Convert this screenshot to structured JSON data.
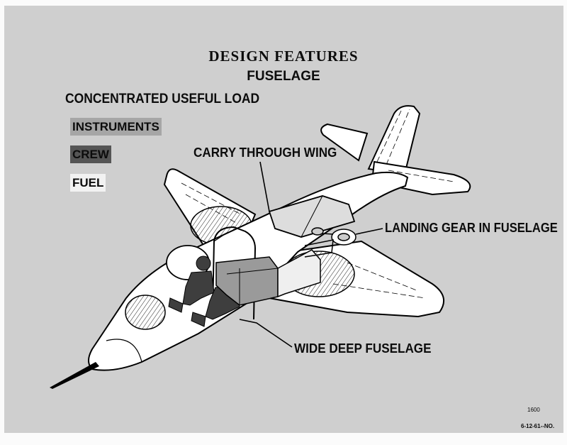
{
  "title": "DESIGN FEATURES",
  "subtitle": "FUSELAGE",
  "legend": {
    "heading": "CONCENTRATED USEFUL LOAD",
    "items": [
      {
        "label": "INSTRUMENTS",
        "color": "#a6a6a6"
      },
      {
        "label": "CREW",
        "color": "#555555"
      },
      {
        "label": "FUEL",
        "color": "#f2f2f2"
      }
    ]
  },
  "callouts": {
    "carry_through_wing": "CARRY THROUGH WING",
    "landing_gear": "LANDING GEAR IN FUSELAGE",
    "wide_deep_fuselage": "WIDE  DEEP FUSELAGE"
  },
  "drawing_number": "1600",
  "date_code": "6-12-61--NO."
}
